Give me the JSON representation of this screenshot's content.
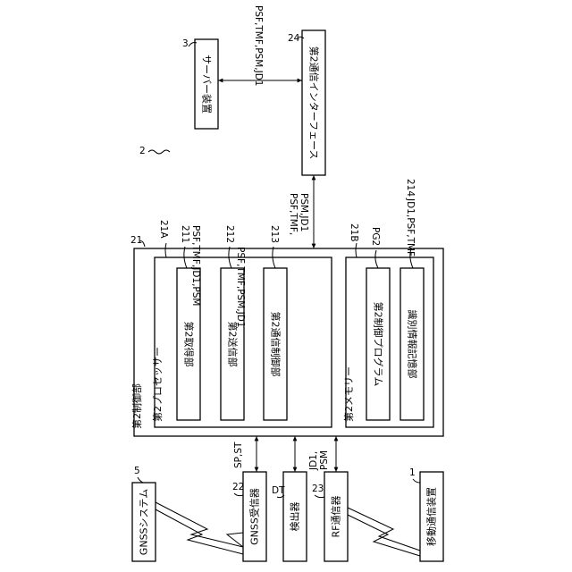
{
  "blocks": {
    "server": "サーバー装置",
    "comm_if2": "第2通信インターフェース",
    "control2": "第2制御部",
    "processor2": "第2プロセッサー",
    "acquisition2": "第2取得部",
    "transmitter2": "第2送信部",
    "comm_control2": "第2通信制御部",
    "memory2": "第2メモリー",
    "program2": "第2制御プログラム",
    "id_storage": "識別情報記憶部",
    "gnss_system": "GNSSシステム",
    "gnss_receiver": "GNSS受信器",
    "detector": "検出器",
    "rf_comm": "RF通信器",
    "mobile": "移動通信装置"
  },
  "refs": {
    "system": "2",
    "server": "3",
    "comm_if2": "24",
    "control2": "21",
    "processor2": "21A",
    "acquisition2": "211",
    "transmitter2": "212",
    "comm_control2": "213",
    "memory2": "21B",
    "program2": "PG2",
    "id_storage": "214",
    "gnss_system": "5",
    "gnss_receiver": "22",
    "detector": "DT",
    "rf_comm": "23",
    "mobile": "1"
  },
  "signals": {
    "server_if": "PSF,TMF,PSM,JD1",
    "acquisition": "PSF,TMF,JD1,PSM",
    "transmitter": "PSF,TMF,PSM,JD1",
    "if_control_1": "PSF,TMF,",
    "if_control_2": "PSM,JD1",
    "id_storage": "JD1,PSF,TMF",
    "gnss": "SP,ST",
    "rf_1": "JD1,",
    "rf_2": "PSM"
  }
}
